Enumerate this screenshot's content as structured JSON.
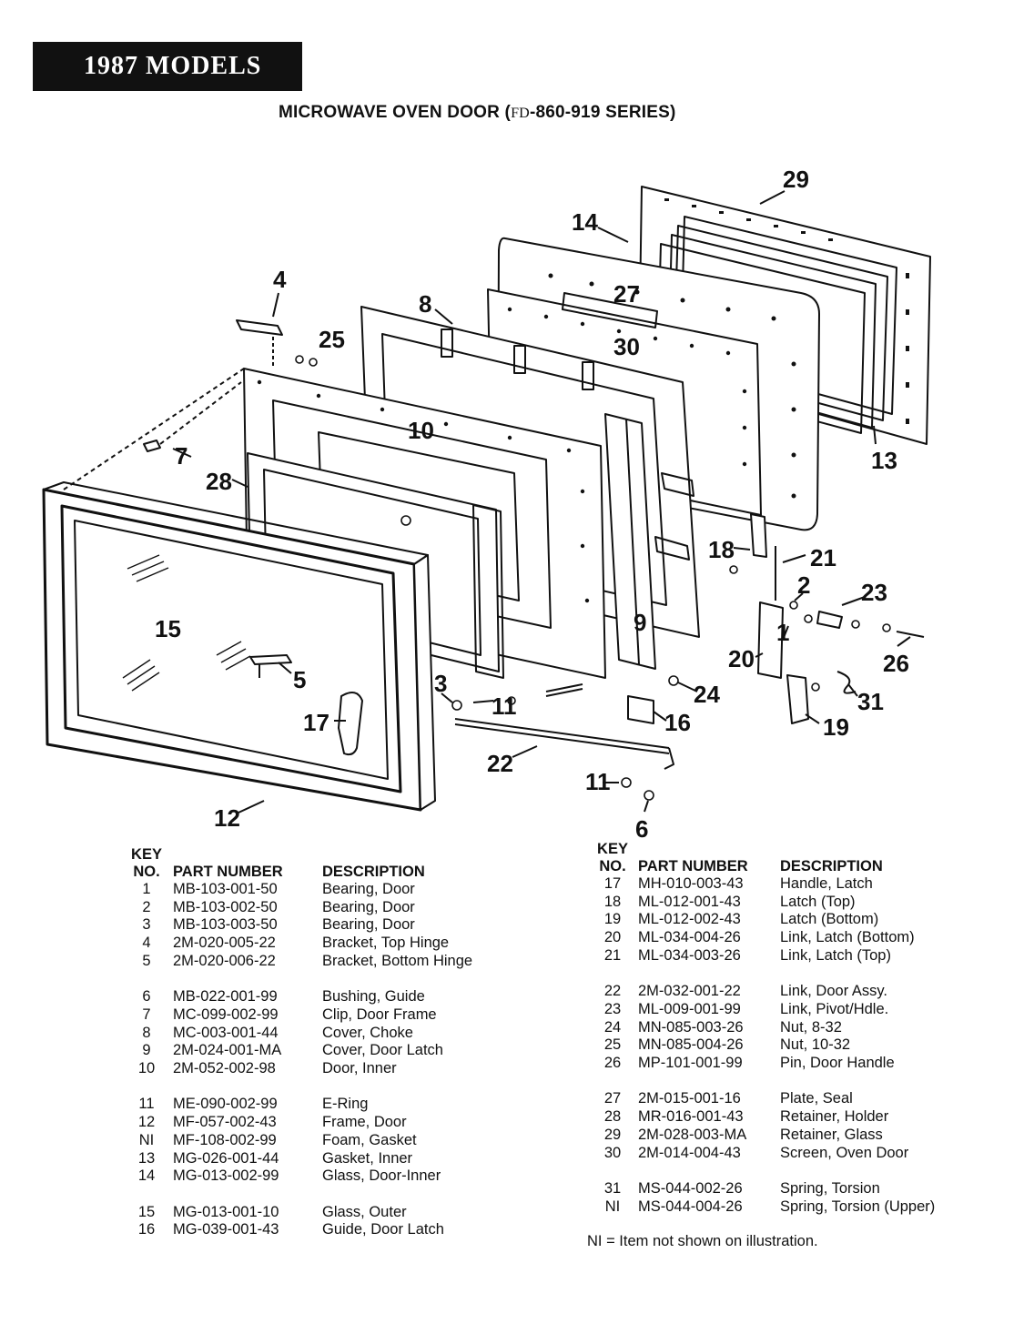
{
  "header": {
    "badge": "1987 MODELS",
    "title_prefix": "MICROWAVE OVEN DOOR (",
    "series_code": "FD",
    "title_suffix": "-860-919 SERIES)"
  },
  "callouts": {
    "c29": "29",
    "c14": "14",
    "c27": "27",
    "c30": "30",
    "c8": "8",
    "c4": "4",
    "c25": "25",
    "c10": "10",
    "c7": "7",
    "c28": "28",
    "c13": "13",
    "c18": "18",
    "c21": "21",
    "c2": "2",
    "c23": "23",
    "c1": "1",
    "c15": "15",
    "c9": "9",
    "c20": "20",
    "c26": "26",
    "c5": "5",
    "c3": "3",
    "c11a": "11",
    "c24": "24",
    "c31": "31",
    "c17": "17",
    "c16": "16",
    "c19": "19",
    "c22": "22",
    "c11b": "11",
    "c12": "12",
    "c6": "6"
  },
  "table_headers": {
    "key_line1": "KEY",
    "key_line2": "NO.",
    "part_number": "PART NUMBER",
    "description": "DESCRIPTION"
  },
  "parts_left": [
    {
      "key": "1",
      "part": "MB-103-001-50",
      "desc": "Bearing, Door"
    },
    {
      "key": "2",
      "part": "MB-103-002-50",
      "desc": "Bearing, Door"
    },
    {
      "key": "3",
      "part": "MB-103-003-50",
      "desc": "Bearing, Door"
    },
    {
      "key": "4",
      "part": "2M-020-005-22",
      "desc": "Bracket, Top Hinge"
    },
    {
      "key": "5",
      "part": "2M-020-006-22",
      "desc": "Bracket, Bottom Hinge"
    },
    {
      "key": "6",
      "part": "MB-022-001-99",
      "desc": "Bushing, Guide"
    },
    {
      "key": "7",
      "part": "MC-099-002-99",
      "desc": "Clip, Door Frame"
    },
    {
      "key": "8",
      "part": "MC-003-001-44",
      "desc": "Cover, Choke"
    },
    {
      "key": "9",
      "part": "2M-024-001-MA",
      "desc": "Cover, Door Latch"
    },
    {
      "key": "10",
      "part": "2M-052-002-98",
      "desc": "Door, Inner"
    },
    {
      "key": "11",
      "part": "ME-090-002-99",
      "desc": "E-Ring"
    },
    {
      "key": "12",
      "part": "MF-057-002-43",
      "desc": "Frame, Door"
    },
    {
      "key": "NI",
      "part": "MF-108-002-99",
      "desc": "Foam, Gasket"
    },
    {
      "key": "13",
      "part": "MG-026-001-44",
      "desc": "Gasket, Inner"
    },
    {
      "key": "14",
      "part": "MG-013-002-99",
      "desc": "Glass, Door-Inner"
    },
    {
      "key": "15",
      "part": "MG-013-001-10",
      "desc": "Glass, Outer"
    },
    {
      "key": "16",
      "part": "MG-039-001-43",
      "desc": "Guide, Door Latch"
    }
  ],
  "parts_right": [
    {
      "key": "17",
      "part": "MH-010-003-43",
      "desc": "Handle, Latch"
    },
    {
      "key": "18",
      "part": "ML-012-001-43",
      "desc": "Latch (Top)"
    },
    {
      "key": "19",
      "part": "ML-012-002-43",
      "desc": "Latch (Bottom)"
    },
    {
      "key": "20",
      "part": "ML-034-004-26",
      "desc": "Link, Latch (Bottom)"
    },
    {
      "key": "21",
      "part": "ML-034-003-26",
      "desc": "Link, Latch (Top)"
    },
    {
      "key": "22",
      "part": "2M-032-001-22",
      "desc": "Link, Door Assy."
    },
    {
      "key": "23",
      "part": "ML-009-001-99",
      "desc": "Link, Pivot/Hdle."
    },
    {
      "key": "24",
      "part": "MN-085-003-26",
      "desc": "Nut, 8-32"
    },
    {
      "key": "25",
      "part": "MN-085-004-26",
      "desc": "Nut, 10-32"
    },
    {
      "key": "26",
      "part": "MP-101-001-99",
      "desc": "Pin, Door Handle"
    },
    {
      "key": "27",
      "part": "2M-015-001-16",
      "desc": "Plate, Seal"
    },
    {
      "key": "28",
      "part": "MR-016-001-43",
      "desc": "Retainer, Holder"
    },
    {
      "key": "29",
      "part": "2M-028-003-MA",
      "desc": "Retainer, Glass"
    },
    {
      "key": "30",
      "part": "2M-014-004-43",
      "desc": "Screen, Oven Door"
    },
    {
      "key": "31",
      "part": "MS-044-002-26",
      "desc": "Spring, Torsion"
    },
    {
      "key": "NI",
      "part": "MS-044-004-26",
      "desc": "Spring, Torsion (Upper)"
    }
  ],
  "note": "NI = Item not shown on illustration."
}
